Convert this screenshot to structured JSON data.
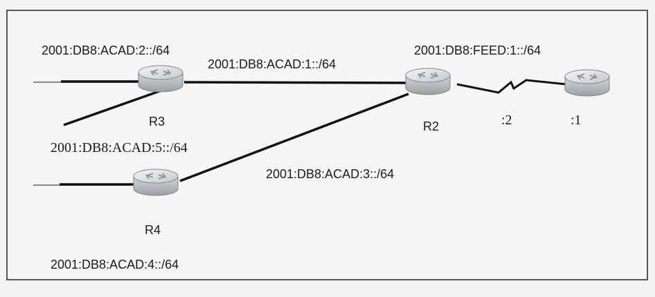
{
  "routers": {
    "r3": {
      "label": "R3"
    },
    "r2": {
      "label": "R2"
    },
    "r4": {
      "label": "R4"
    },
    "r1": {
      "label": ""
    }
  },
  "networks": {
    "r3_lan_top": "2001:DB8:ACAD:2::/64",
    "r3_lan_bottom": "2001:DB8:ACAD:5::/64",
    "r3_r2_link": "2001:DB8:ACAD:1::/64",
    "r4_r2_link": "2001:DB8:ACAD:3::/64",
    "r4_lan": "2001:DB8:ACAD:4::/64",
    "serial_link": "2001:DB8:FEED:1::/64"
  },
  "interface_ids": {
    "r2_serial": ":2",
    "r1_serial": ":1"
  },
  "colors": {
    "frame": "#222222",
    "link": "#111111",
    "router_body": "#b8bdc2"
  }
}
